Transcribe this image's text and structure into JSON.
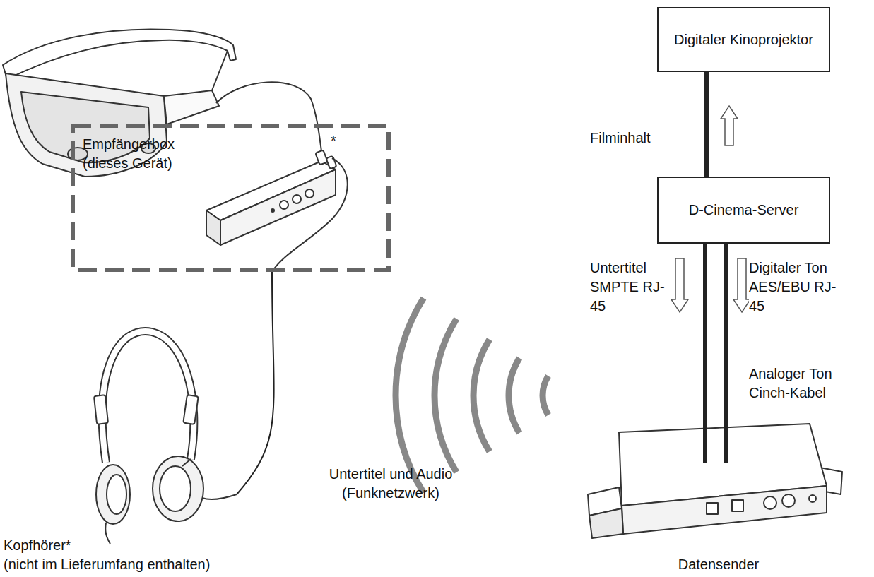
{
  "diagram": {
    "nodes": [
      {
        "text": [
          "Empfängerbox",
          "(dieses Gerät)"
        ]
      },
      {
        "text": [
          "Digitaler Kinoprojektor"
        ]
      },
      {
        "text": [
          "D-Cinema-Server"
        ]
      },
      {
        "text": [
          "Kopfhörer*",
          "(nicht im Lieferumfang enthalten)"
        ]
      },
      {
        "text": [
          "Datensender"
        ]
      }
    ],
    "edges": [
      {
        "from": 2,
        "to": 1,
        "arrow": "to",
        "label": "Filminhalt"
      },
      {
        "from": 2,
        "to": 4,
        "arrow": "to",
        "label": "Untertitel SMPTE RJ-45"
      },
      {
        "from": 2,
        "to": 4,
        "arrow": "to",
        "label": "Digitaler Ton AES/EBU RJ-45"
      },
      {
        "from": 0,
        "to": 3,
        "arrow": "none"
      }
    ],
    "labels": [
      "*",
      "Untertitel und Audio (Funknetzwerk)",
      "Analoger Ton Cinch-Kabel"
    ]
  }
}
